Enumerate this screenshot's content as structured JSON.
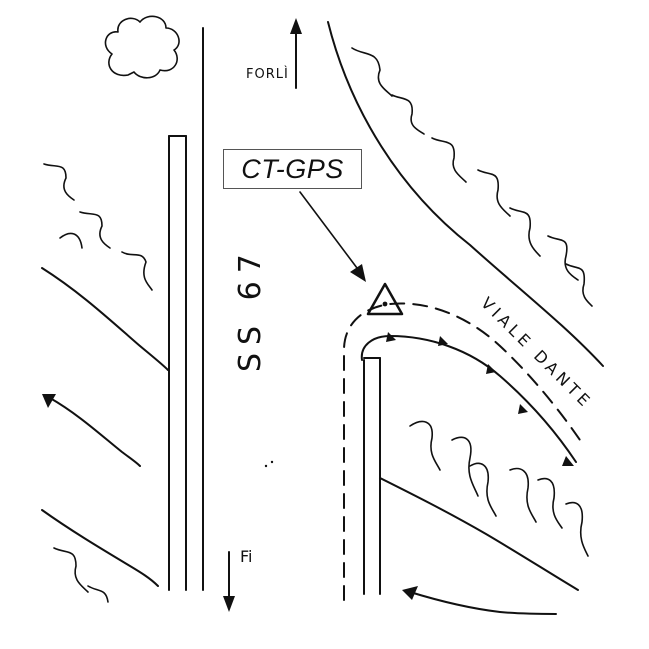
{
  "sketch": {
    "labels": {
      "forli": "FORLÌ",
      "ss67": "SS 67",
      "viale_dante": "VIALE DANTE",
      "fi": "Fi"
    },
    "station_label": "CT-GPS",
    "colors": {
      "ink": "#111111",
      "paper": "#ffffff",
      "box_border": "#555555"
    }
  }
}
